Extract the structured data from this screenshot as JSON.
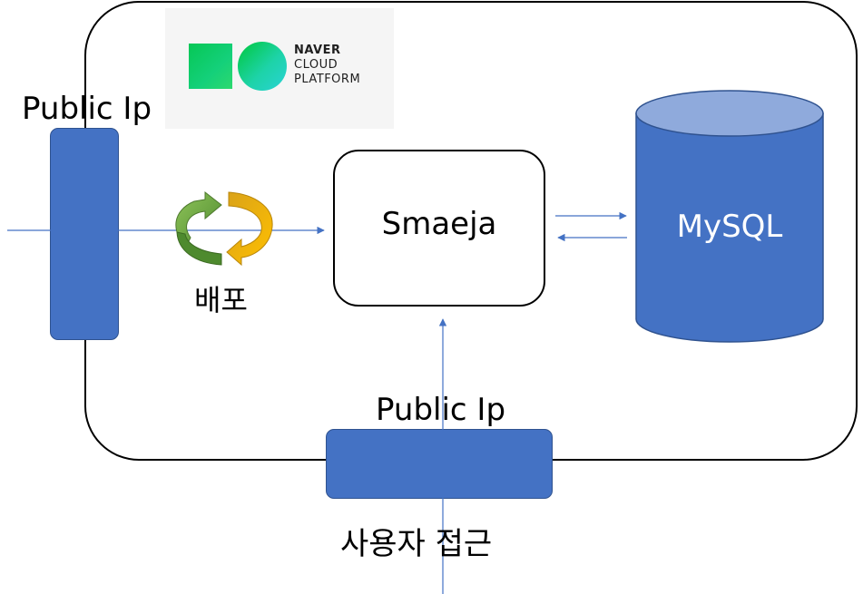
{
  "diagram": {
    "logo": {
      "line1": "NAVER",
      "line2": "CLOUD",
      "line3": "PLATFORM"
    },
    "left_ip_label": "Public Ip",
    "bottom_ip_label": "Public Ip",
    "app_label": "Smaeja",
    "database_label": "MySQL",
    "deploy_label": "배포",
    "user_access_label": "사용자 접근",
    "icons": [
      "refresh-cycle-icon",
      "naver-cloud-logo"
    ],
    "colors": {
      "node_fill": "#4472c4",
      "db_top": "#8faadc",
      "arrow": "#4472c4",
      "cycle_green": "#70ad47",
      "cycle_gold": "#ffc000"
    }
  }
}
